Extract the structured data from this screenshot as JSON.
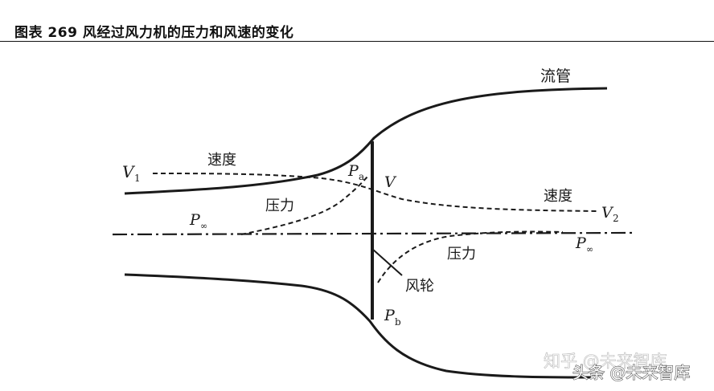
{
  "header": {
    "title": "图表 269  风经过风力机的压力和风速的变化"
  },
  "diagram": {
    "labels": {
      "stream_tube": "流管",
      "velocity_upstream": "速度",
      "v1_symbol": "V",
      "v1_subscript": "1",
      "pa_symbol": "P",
      "pa_subscript": "a",
      "v_symbol": "V",
      "velocity_downstream": "速度",
      "v2_symbol": "V",
      "v2_subscript": "2",
      "pinf_left_symbol": "P",
      "pinf_left_subscript": "∞",
      "pressure_upstream": "压力",
      "pinf_right_symbol": "P",
      "pinf_right_subscript": "∞",
      "pressure_downstream": "压力",
      "rotor": "风轮",
      "pb_symbol": "P",
      "pb_subscript": "b"
    }
  },
  "watermark": {
    "back_text": "知乎 @未来智库",
    "front_text": "头条 @未来智库"
  }
}
